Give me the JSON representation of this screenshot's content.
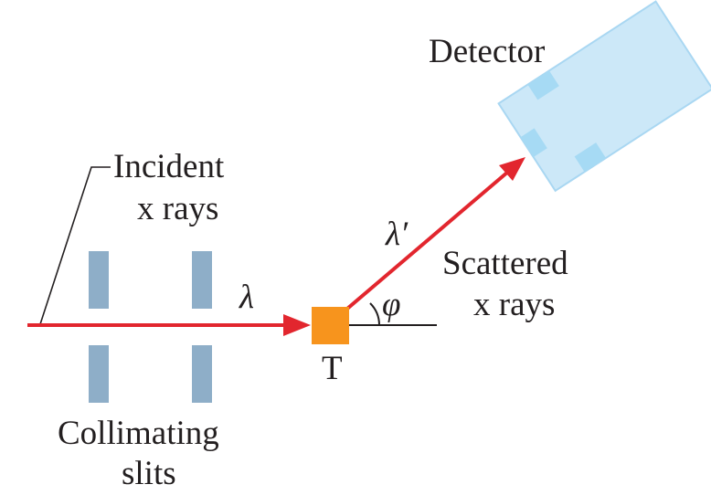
{
  "labels": {
    "detector": "Detector",
    "incident_line1": "Incident",
    "incident_line2": "x rays",
    "scattered_line1": "Scattered",
    "scattered_line2": "x rays",
    "collimating_line1": "Collimating",
    "collimating_line2": "slits",
    "target": "T",
    "lambda": "λ",
    "lambda_prime": "λ′",
    "phi": "φ"
  },
  "colors": {
    "beam": "#e2262e",
    "target": "#f7941d",
    "slit": "#8eaec8",
    "detector_body": "#cce8f8",
    "detector_edge": "#a9d7f2",
    "detector_window": "#a6daf4",
    "text": "#231f20"
  }
}
